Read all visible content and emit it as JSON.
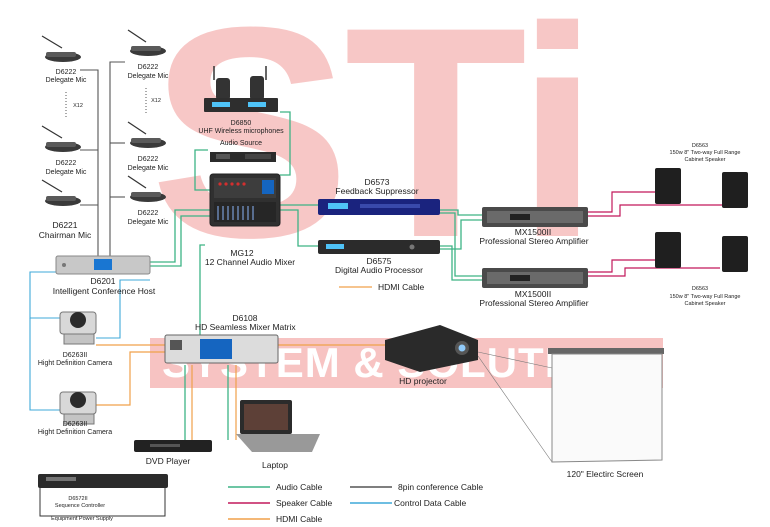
{
  "colors": {
    "audio_cable": "#3db385",
    "speaker_cable": "#c2185b",
    "hdmi_cable": "#f0a14a",
    "conference_cable": "#555555",
    "control_cable": "#3fa9d9",
    "watermark_red": "#e53935",
    "watermark_gray": "#9e9e9e"
  },
  "watermark": {
    "logo": "STi",
    "subtitle": "SYSTEM & SOLUTIONS"
  },
  "devices": {
    "delegate_mic_1": {
      "model": "D6222",
      "name": "Delegate Mic"
    },
    "delegate_mic_2": {
      "model": "D6222",
      "name": "Delegate Mic"
    },
    "delegate_mic_3": {
      "model": "D6222",
      "name": "Delegate Mic"
    },
    "delegate_mic_4": {
      "model": "D6222",
      "name": "Delegate Mic"
    },
    "delegate_mic_5": {
      "model": "D6222",
      "name": "Delegate Mic"
    },
    "chairman_mic": {
      "model": "D6221",
      "name": "Chairman Mic"
    },
    "count_left": "X12",
    "count_right": "X12",
    "wireless": {
      "model": "D6850",
      "name": "UHF Wireless microphones"
    },
    "audio_source": {
      "name": "Audio Source"
    },
    "mixer": {
      "model": "MG12",
      "name": "12 Channel Audio Mixer"
    },
    "feedback": {
      "model": "D6573",
      "name": "Feedback Suppressor"
    },
    "dsp": {
      "model": "D6575",
      "name": "Digital Audio Processor"
    },
    "amp_1": {
      "model": "MX1500II",
      "name": "Professional Stereo Amplifier"
    },
    "amp_2": {
      "model": "MX1500II",
      "name": "Professional Stereo Amplifier"
    },
    "speaker_top": {
      "model": "D6563",
      "name_1": "150w 8\" Two-way Full Range",
      "name_2": "Cabinet Speaker"
    },
    "speaker_bottom": {
      "model": "D6563",
      "name_1": "150w 8\" Two-way Full Range",
      "name_2": "Cabinet Speaker"
    },
    "host": {
      "model": "D6201",
      "name": "Intelligent Conference Host"
    },
    "camera_1": {
      "model": "D6263II",
      "name": "Hight Definition Camera"
    },
    "camera_2": {
      "model": "D6263II",
      "name": "Hight Definition Camera"
    },
    "matrix": {
      "model": "D6108",
      "name": "HD Seamless Mixer Matrix"
    },
    "projector": {
      "name": "HD projector"
    },
    "dvd": {
      "name": "DVD Player"
    },
    "laptop": {
      "name": "Laptop"
    },
    "screen": {
      "name": "120\" Electirc Screen"
    },
    "sequencer": {
      "model": "D6572II",
      "name": "Sequence Controller",
      "name_2": "Equipment Power Supply"
    }
  },
  "inline_legend": {
    "hdmi": "HDMI Cable"
  },
  "legend": {
    "audio": "Audio Cable",
    "speaker": "Speaker Cable",
    "hdmi": "HDMI Cable",
    "conference": "8pin conference Cable",
    "control": "Control Data Cable"
  }
}
